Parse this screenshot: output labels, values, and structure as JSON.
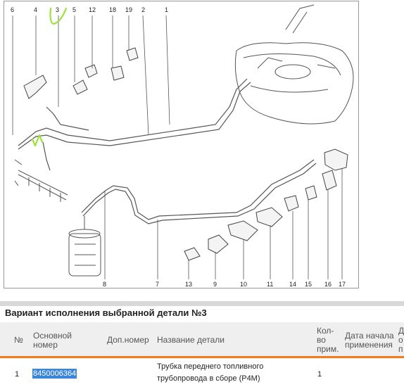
{
  "diagram": {
    "callout_labels_top": [
      "6",
      "4",
      "3",
      "5",
      "12",
      "18",
      "19",
      "2",
      "1"
    ],
    "callout_labels_bottom": [
      "8",
      "7",
      "13",
      "9",
      "10",
      "11",
      "14",
      "15",
      "16",
      "17"
    ]
  },
  "section": {
    "title": "Вариант исполнения выбранной детали №3"
  },
  "table": {
    "headers": {
      "num": "№",
      "main_number_1": "Основной",
      "main_number_2": "номер",
      "extra_number": "Доп.номер",
      "part_name": "Название детали",
      "qty_1": "Кол-",
      "qty_2": "во",
      "qty_3": "прим.",
      "date_1": "Дата начала",
      "date_2": "применения",
      "cut_1": "Д",
      "cut_2": "о",
      "cut_3": "п"
    },
    "rows": [
      {
        "num": "1",
        "main_number": "8450006364",
        "extra_number": "",
        "part_name_1": "Трубка переднего топливного",
        "part_name_2": "трубопровода в сборе (P4M)",
        "qty": "1"
      }
    ]
  },
  "colors": {
    "highlight": "#3b86d8",
    "accent_line": "#f07a20",
    "annotation_green": "#9be23a"
  }
}
